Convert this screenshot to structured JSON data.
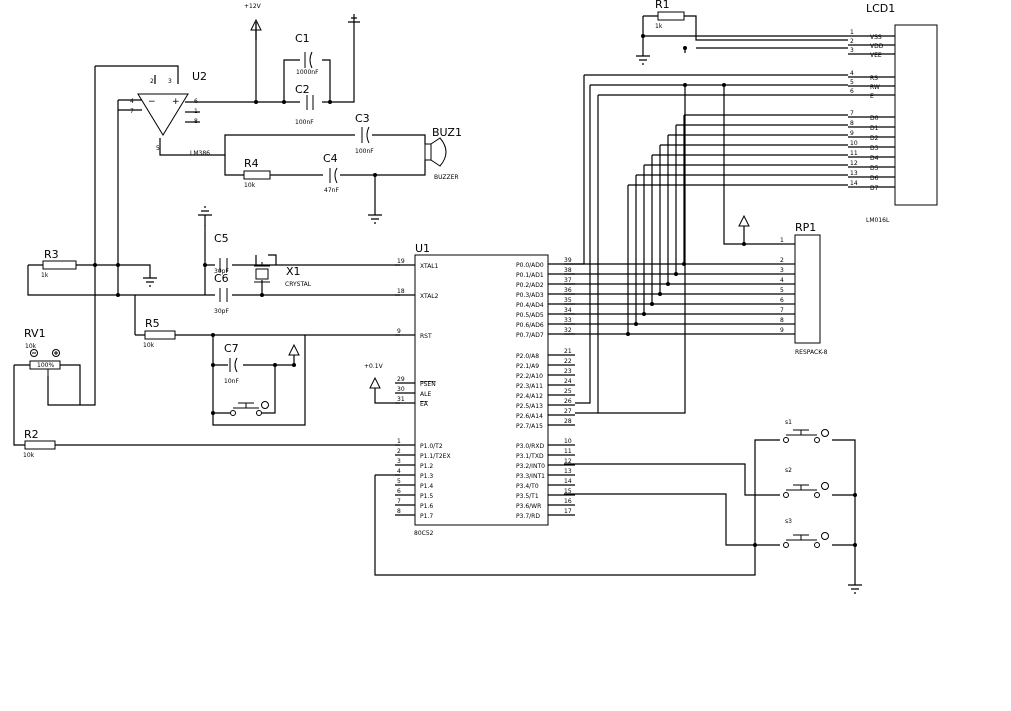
{
  "components": {
    "r1": {
      "ref": "R1",
      "value": "1k"
    },
    "lcd1": {
      "ref": "LCD1",
      "part": "LM016L",
      "pins": [
        {
          "num": "1",
          "name": "VSS"
        },
        {
          "num": "2",
          "name": "VDD"
        },
        {
          "num": "3",
          "name": "VEE"
        },
        {
          "num": "4",
          "name": "RS"
        },
        {
          "num": "5",
          "name": "RW"
        },
        {
          "num": "6",
          "name": "E"
        },
        {
          "num": "7",
          "name": "D0"
        },
        {
          "num": "8",
          "name": "D1"
        },
        {
          "num": "9",
          "name": "D2"
        },
        {
          "num": "10",
          "name": "D3"
        },
        {
          "num": "11",
          "name": "D4"
        },
        {
          "num": "12",
          "name": "D5"
        },
        {
          "num": "13",
          "name": "D6"
        },
        {
          "num": "14",
          "name": "D7"
        }
      ]
    },
    "power": {
      "v12": "+12V",
      "v01": "+0.1V"
    },
    "c1": {
      "ref": "C1",
      "value": "1000nF"
    },
    "c2": {
      "ref": "C2",
      "value": "100nF"
    },
    "c3": {
      "ref": "C3",
      "value": "100nF"
    },
    "c4": {
      "ref": "C4",
      "value": "47nF"
    },
    "c5": {
      "ref": "C5",
      "value": "30pF"
    },
    "c6": {
      "ref": "C6",
      "value": "30pF"
    },
    "c7": {
      "ref": "C7",
      "value": "10nF"
    },
    "r2": {
      "ref": "R2",
      "value": "10k"
    },
    "r3": {
      "ref": "R3",
      "value": "1k"
    },
    "r4": {
      "ref": "R4",
      "value": "10k"
    },
    "r5": {
      "ref": "R5",
      "value": "10k"
    },
    "rv1": {
      "ref": "RV1",
      "value": "10k",
      "percent": "100%"
    },
    "u2": {
      "ref": "U2",
      "part": "LM386",
      "pins": {
        "p2": "2",
        "p3": "3",
        "p4": "4",
        "p7": "7",
        "p6": "6",
        "p1": "1",
        "p8": "8",
        "p5": "5"
      }
    },
    "buz1": {
      "ref": "BUZ1",
      "part": "BUZZER"
    },
    "x1": {
      "ref": "X1",
      "part": "CRYSTAL"
    },
    "rp1": {
      "ref": "RP1",
      "part": "RESPACK-8",
      "pins": [
        "1",
        "2",
        "3",
        "4",
        "5",
        "6",
        "7",
        "8",
        "9"
      ]
    },
    "switches": {
      "s1": "s1",
      "s2": "s2",
      "s3": "s3"
    },
    "u1": {
      "ref": "U1",
      "part": "80C52",
      "left_pins": [
        {
          "num": "19",
          "name": "XTAL1"
        },
        {
          "num": "18",
          "name": "XTAL2"
        },
        {
          "num": "9",
          "name": "RST"
        },
        {
          "num": "29",
          "name": "PSEN"
        },
        {
          "num": "30",
          "name": "ALE"
        },
        {
          "num": "31",
          "name": "EA"
        },
        {
          "num": "1",
          "name": "P1.0/T2"
        },
        {
          "num": "2",
          "name": "P1.1/T2EX"
        },
        {
          "num": "3",
          "name": "P1.2"
        },
        {
          "num": "4",
          "name": "P1.3"
        },
        {
          "num": "5",
          "name": "P1.4"
        },
        {
          "num": "6",
          "name": "P1.5"
        },
        {
          "num": "7",
          "name": "P1.6"
        },
        {
          "num": "8",
          "name": "P1.7"
        }
      ],
      "right_pins": [
        {
          "num": "39",
          "name": "P0.0/AD0"
        },
        {
          "num": "38",
          "name": "P0.1/AD1"
        },
        {
          "num": "37",
          "name": "P0.2/AD2"
        },
        {
          "num": "36",
          "name": "P0.3/AD3"
        },
        {
          "num": "35",
          "name": "P0.4/AD4"
        },
        {
          "num": "34",
          "name": "P0.5/AD5"
        },
        {
          "num": "33",
          "name": "P0.6/AD6"
        },
        {
          "num": "32",
          "name": "P0.7/AD7"
        },
        {
          "num": "21",
          "name": "P2.0/A8"
        },
        {
          "num": "22",
          "name": "P2.1/A9"
        },
        {
          "num": "23",
          "name": "P2.2/A10"
        },
        {
          "num": "24",
          "name": "P2.3/A11"
        },
        {
          "num": "25",
          "name": "P2.4/A12"
        },
        {
          "num": "26",
          "name": "P2.5/A13"
        },
        {
          "num": "27",
          "name": "P2.6/A14"
        },
        {
          "num": "28",
          "name": "P2.7/A15"
        },
        {
          "num": "10",
          "name": "P3.0/RXD"
        },
        {
          "num": "11",
          "name": "P3.1/TXD"
        },
        {
          "num": "12",
          "name": "P3.2/INT0"
        },
        {
          "num": "13",
          "name": "P3.3/INT1"
        },
        {
          "num": "14",
          "name": "P3.4/T0"
        },
        {
          "num": "15",
          "name": "P3.5/T1"
        },
        {
          "num": "16",
          "name": "P3.6/WR"
        },
        {
          "num": "17",
          "name": "P3.7/RD"
        }
      ]
    }
  }
}
